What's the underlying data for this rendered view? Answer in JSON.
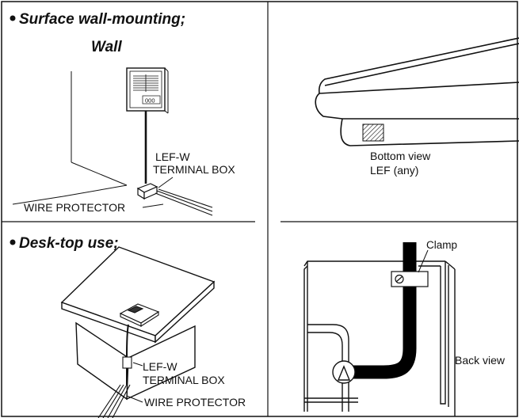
{
  "panels": {
    "wall": {
      "heading": "Surface wall-mounting;",
      "sub_heading": "Wall",
      "terminal_label_1": "LEF-W",
      "terminal_label_2": "TERMINAL BOX",
      "protector_label": "WIRE PROTECTOR",
      "device_display": "000"
    },
    "bottom": {
      "label_1": "Bottom view",
      "label_2": "LEF (any)"
    },
    "desk": {
      "heading": "Desk-top use;",
      "terminal_label_1": "LEF-W",
      "terminal_label_2": "TERMINAL BOX",
      "protector_label": "WIRE PROTECTOR"
    },
    "back": {
      "clamp_label": "Clamp",
      "view_label": "Back view"
    }
  }
}
